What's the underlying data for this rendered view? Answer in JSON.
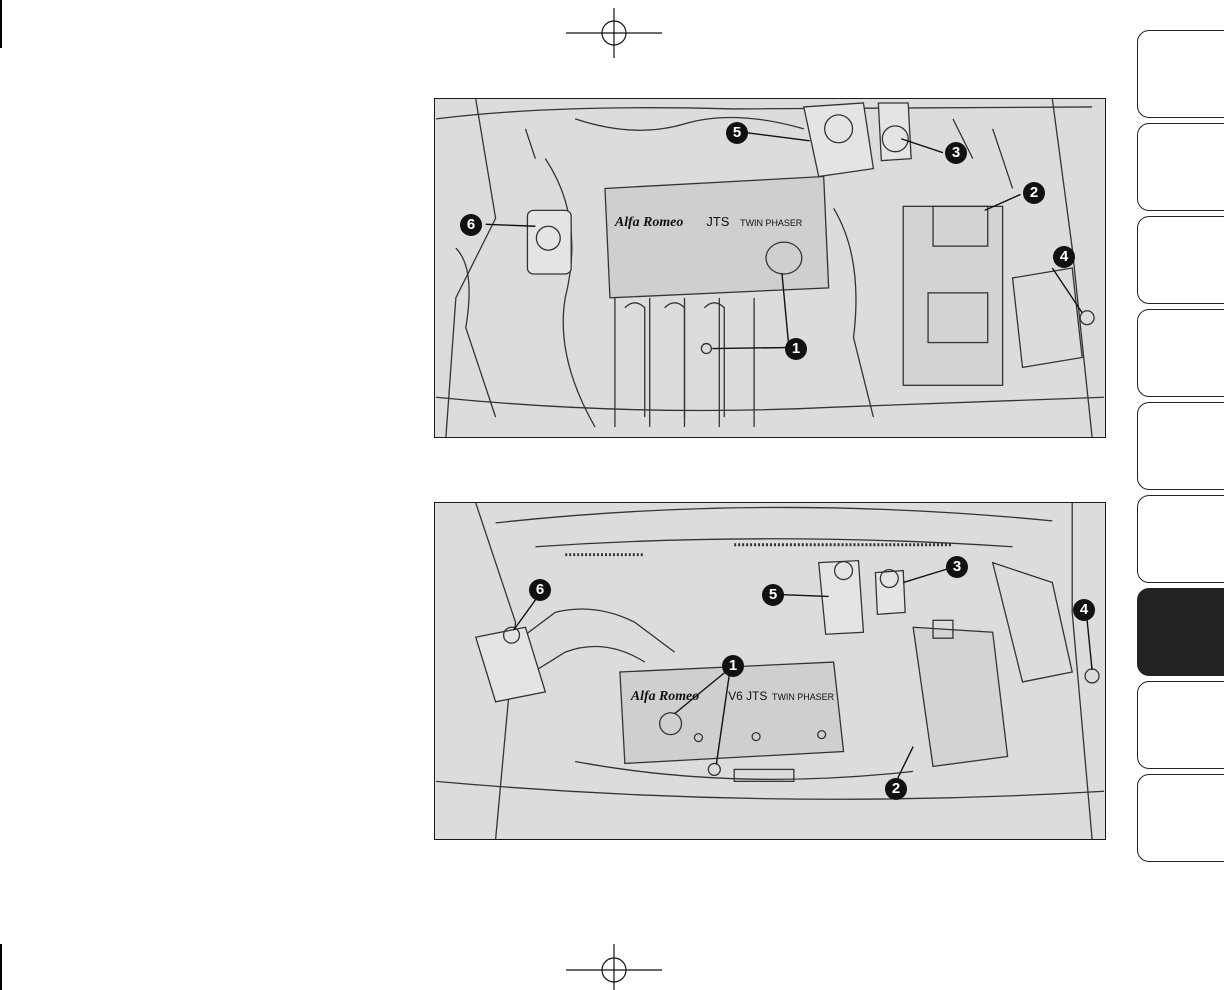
{
  "figure1": {
    "cover_brand": "Alfa Romeo",
    "cover_model": "JTS",
    "cover_variant": "TWIN PHASER",
    "callouts": [
      "1",
      "2",
      "3",
      "4",
      "5",
      "6"
    ]
  },
  "figure2": {
    "cover_brand": "Alfa Romeo",
    "cover_model": "V6 JTS",
    "cover_variant": "TWIN PHASER",
    "callouts": [
      "1",
      "2",
      "3",
      "4",
      "5",
      "6"
    ]
  },
  "side_tabs": {
    "count": 9,
    "active_index": 6
  },
  "colors": {
    "ink": "#111111",
    "paper": "#ffffff",
    "figure_bg": "#dcdcdc",
    "active_tab": "#222222"
  }
}
